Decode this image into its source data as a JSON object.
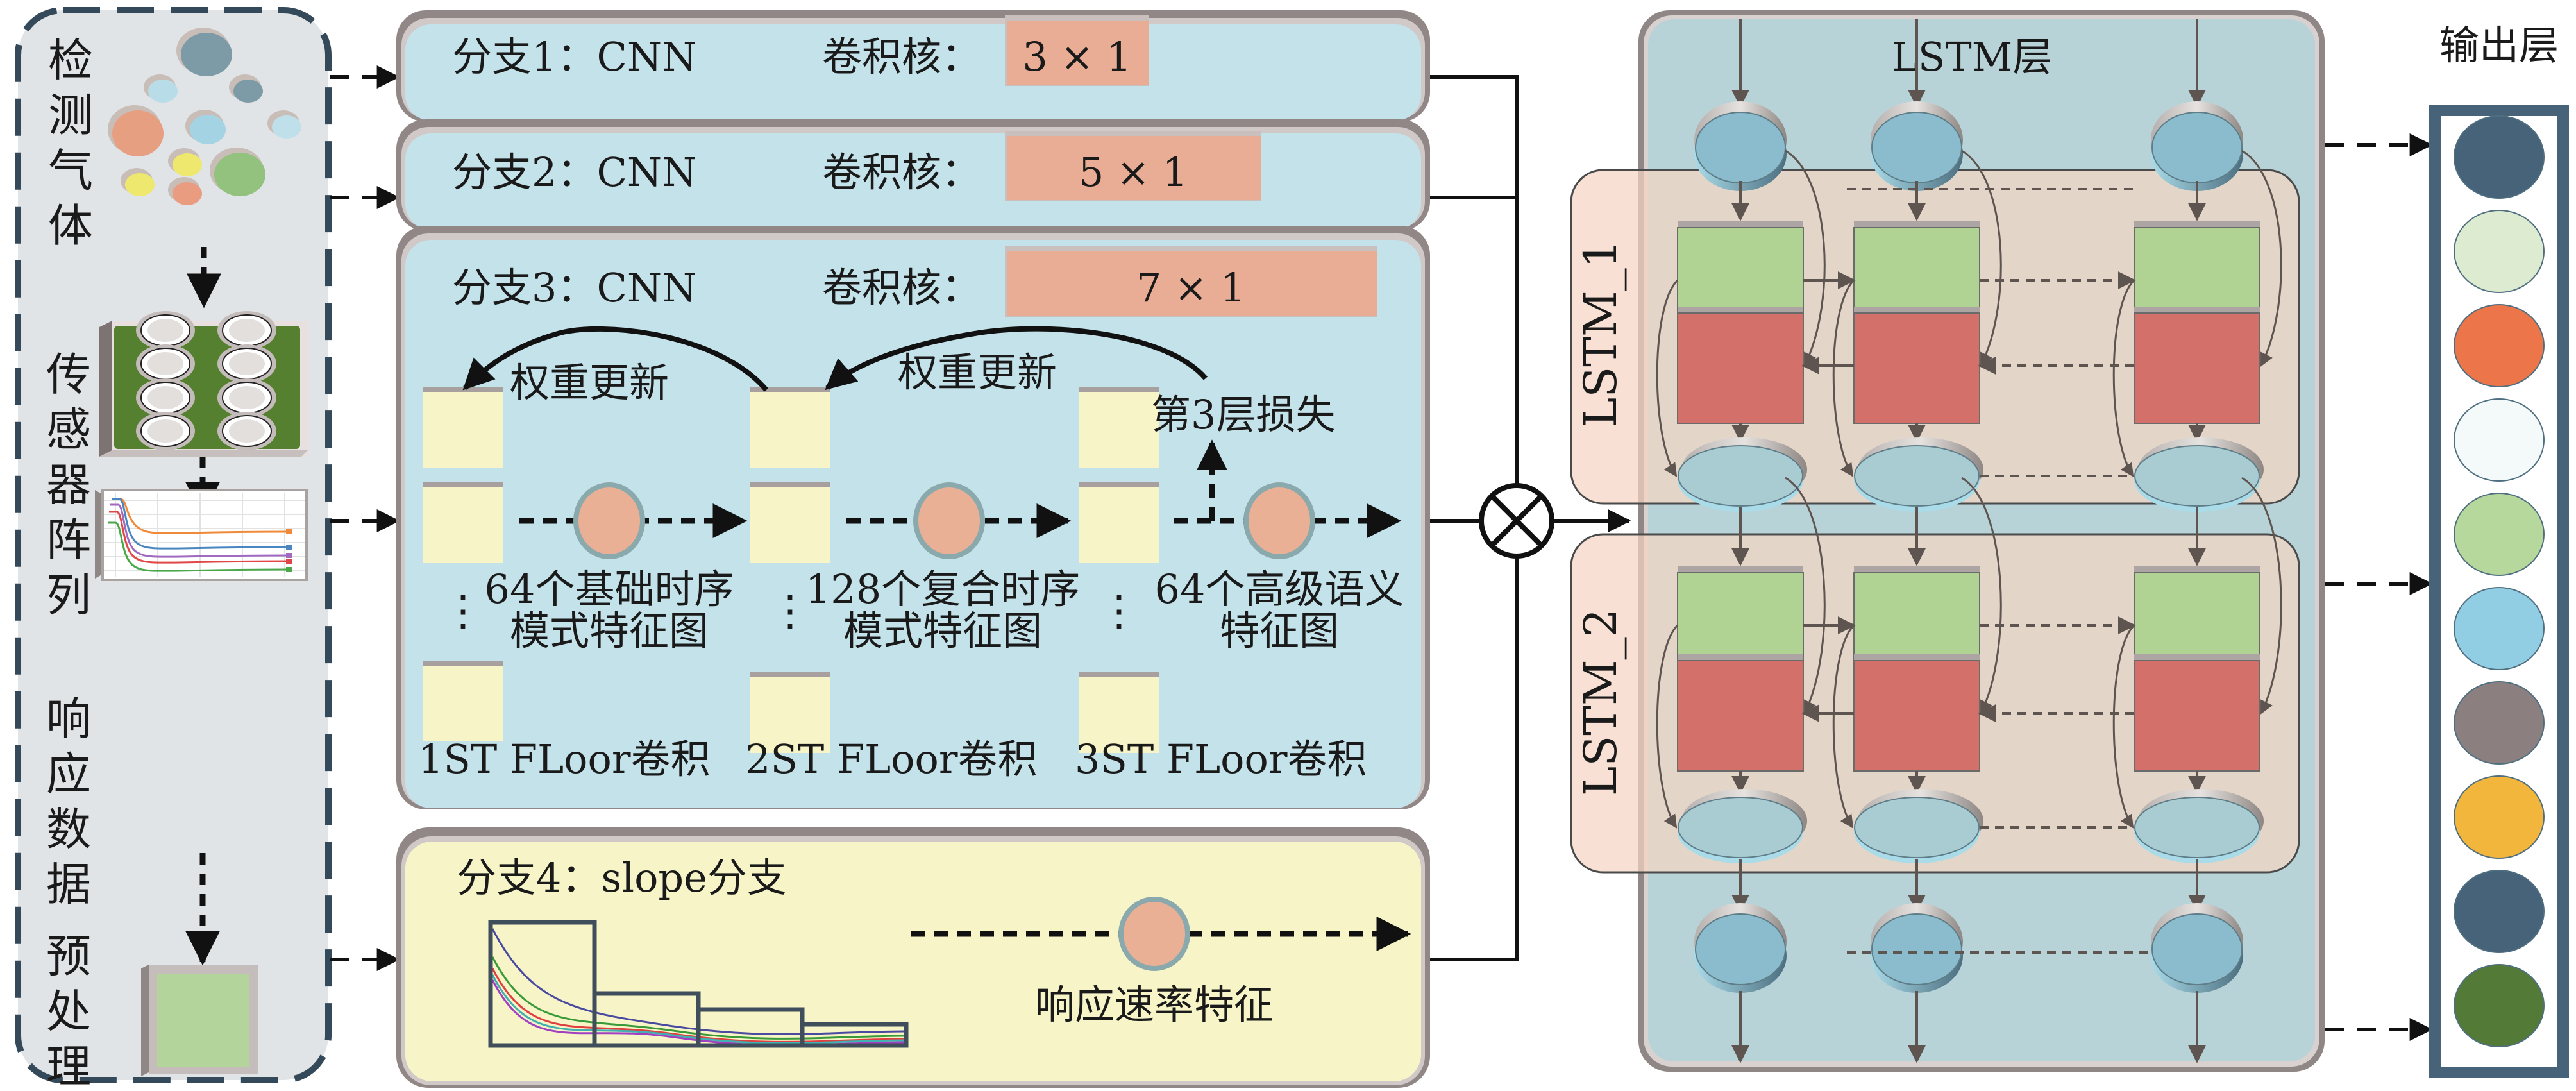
{
  "input_panel": {
    "gas_label": [
      "检",
      "测",
      "气",
      "体"
    ],
    "sensor_label": [
      "传",
      "感",
      "器",
      "阵",
      "列"
    ],
    "response_label": [
      "响",
      "应",
      "数",
      "据"
    ],
    "preprocess_label": [
      "预",
      "处",
      "理"
    ],
    "gas_colors": [
      "#7d9aa7",
      "#b8dde8",
      "#7d9aa7",
      "#e79f82",
      "#a4d4e4",
      "#bfe0ea",
      "#eee96e",
      "#92c27e",
      "#eee96e",
      "#e99c7f"
    ],
    "response_curve_colors": [
      "#f08a3a",
      "#4a86c0",
      "#a06ac0",
      "#e04848",
      "#4aa84a"
    ]
  },
  "branches": [
    {
      "title": "分支1：CNN",
      "kernel_label": "卷积核：",
      "kernel": "3 × 1"
    },
    {
      "title": "分支2：CNN",
      "kernel_label": "卷积核：",
      "kernel": "5 × 1"
    },
    {
      "title": "分支3：CNN",
      "kernel_label": "卷积核：",
      "kernel": "7 × 1"
    }
  ],
  "branch3": {
    "weight_update_1": "权重更新",
    "weight_update_2": "权重更新",
    "loss_label": "第3层损失",
    "features": [
      {
        "line1": "64个基础时序",
        "line2": "模式特征图"
      },
      {
        "line1": "128个复合时序",
        "line2": "模式特征图"
      },
      {
        "line1": "64个高级语义",
        "line2": "特征图"
      }
    ],
    "floors": [
      "1ST FLoor卷积",
      "2ST FLoor卷积",
      "3ST FLoor卷积"
    ],
    "ellipsis": "⋮"
  },
  "branch4": {
    "title": "分支4：slope分支",
    "feature_label": "响应速率特征",
    "curve_colors": [
      "#4a4aa0",
      "#3a9a3a",
      "#e04040",
      "#40b0b0",
      "#a040c0"
    ]
  },
  "fusion": {
    "symbol": "multiply-circle"
  },
  "lstm": {
    "title": "LSTM层",
    "layer1_label": "LSTM_1",
    "layer2_label": "LSTM_2",
    "colors": {
      "forward": "#b0d394",
      "backward": "#d4706a",
      "node": "#8abccd",
      "layer_bg": "#f2d8c8",
      "panel_bg": "#b8d3d8"
    }
  },
  "output": {
    "title": "输出层",
    "classes": [
      "#46637a",
      "#ddecd0",
      "#ec7549",
      "#f4f9f9",
      "#b6d89c",
      "#92cee3",
      "#8b7f80",
      "#f2b63c",
      "#46637a",
      "#537a36"
    ]
  }
}
